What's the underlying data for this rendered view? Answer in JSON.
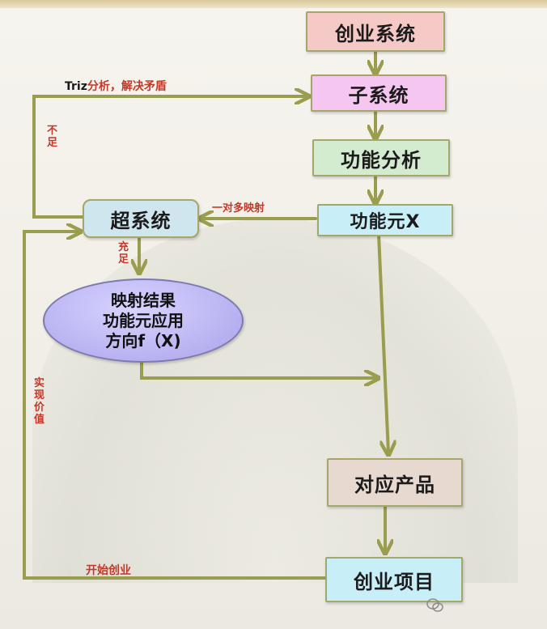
{
  "nodes": {
    "chuangye_system": "创业系统",
    "subsystem": "子系统",
    "function_analysis": "功能分析",
    "function_element": "功能元X",
    "supersystem": "超系统",
    "mapping_result": [
      "映射结果",
      "功能元应用",
      "方向f（X)"
    ],
    "product": "对应产品",
    "project": "创业项目"
  },
  "edge_labels": {
    "triz_prefix": "Triz",
    "triz_rest": "分析，解决矛盾",
    "insufficient": "不足",
    "one_to_many": "一对多映射",
    "sufficient": "充足",
    "realize_value": "实现价值",
    "start_business": "开始创业"
  },
  "colors": {
    "arrow": "#9a9c4e",
    "label_red": "#c0392b"
  }
}
